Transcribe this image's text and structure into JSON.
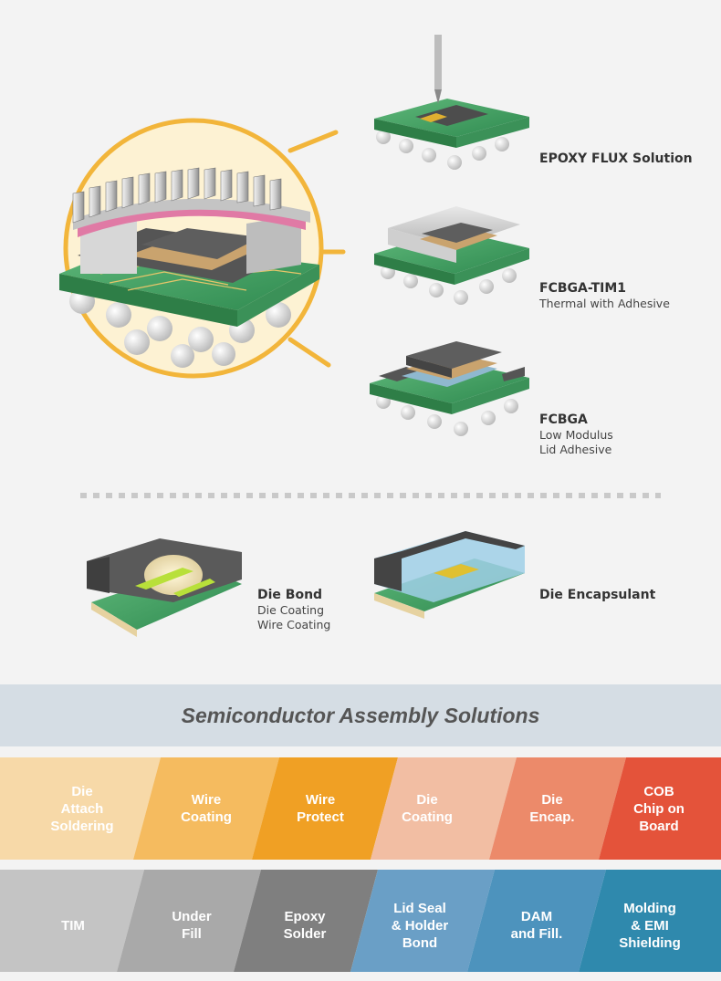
{
  "products": [
    {
      "title": "EPOXY FLUX Solution",
      "lines": []
    },
    {
      "title": "FCBGA-TIM1",
      "lines": [
        "Thermal with Adhesive"
      ]
    },
    {
      "title": "FCBGA",
      "lines": [
        "Low Modulus",
        "Lid Adhesive"
      ]
    },
    {
      "title": "Die Bond",
      "lines": [
        "Die Coating",
        "Wire Coating"
      ]
    },
    {
      "title": "Die Encapsulant",
      "lines": []
    }
  ],
  "banner": {
    "title": "Semiconductor Assembly Solutions"
  },
  "top_row": [
    {
      "label": "Die\nAttach\nSoldering",
      "color": "#f7d9a8"
    },
    {
      "label": "Wire\nCoating",
      "color": "#f5bb5f"
    },
    {
      "label": "Wire\nProtect",
      "color": "#f0a024"
    },
    {
      "label": "Die\nCoating",
      "color": "#f2bea3"
    },
    {
      "label": "Die\nEncap.",
      "color": "#ec8a6a"
    },
    {
      "label": "COB\nChip on\nBoard",
      "color": "#e4533a"
    }
  ],
  "bottom_row": [
    {
      "label": "TIM",
      "color": "#c4c4c4"
    },
    {
      "label": "Under\nFill",
      "color": "#a9a9a9"
    },
    {
      "label": "Epoxy\nSolder",
      "color": "#7f7f7f"
    },
    {
      "label": "Lid Seal\n& Holder\nBond",
      "color": "#6a9fc6"
    },
    {
      "label": "DAM\nand Fill.",
      "color": "#4d93bd"
    },
    {
      "label": "Molding\n& EMI\nShielding",
      "color": "#2f89ad"
    }
  ]
}
